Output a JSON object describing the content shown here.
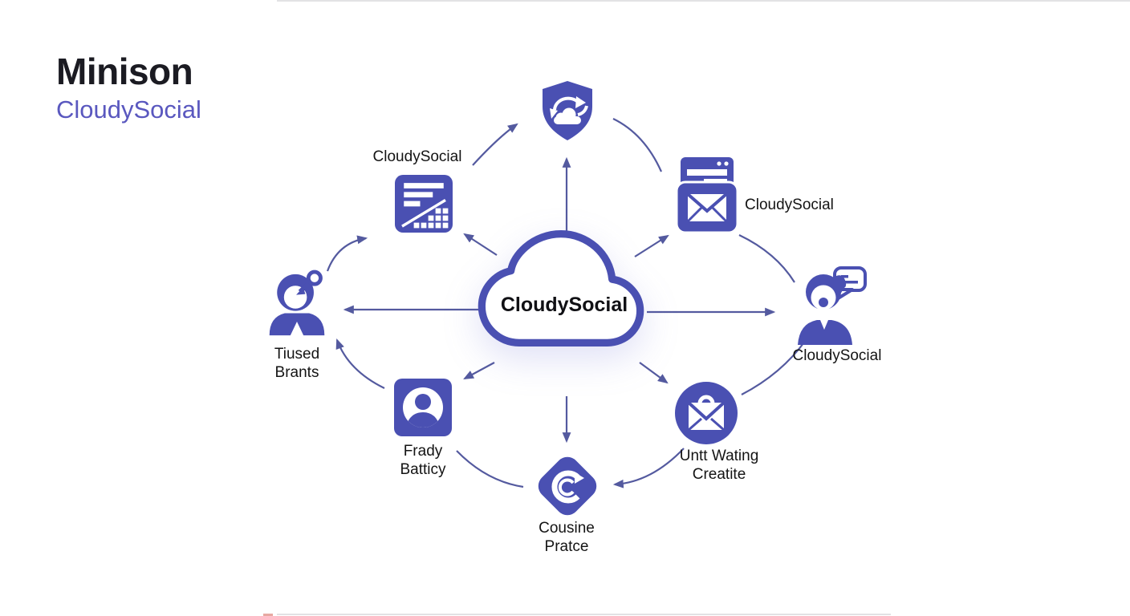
{
  "logo": {
    "title": "Minison",
    "subtitle": "CloudySocial"
  },
  "center": {
    "label": "CloudySocial",
    "icon": "cloud-outline-icon"
  },
  "nodes": {
    "shield": {
      "icon": "shield-cloud-sync-icon",
      "label": ""
    },
    "report": {
      "icon": "report-chart-icon",
      "label": "CloudySocial"
    },
    "webmail": {
      "icon": "browser-mail-icon",
      "label": "CloudySocial"
    },
    "chat": {
      "icon": "person-chat-icon",
      "label": "CloudySocial"
    },
    "search": {
      "icon": "person-search-icon",
      "label1": "Tiused",
      "label2": "Brants"
    },
    "avatar": {
      "icon": "user-avatar-icon",
      "label1": "Frady",
      "label2": "Batticy"
    },
    "bag": {
      "icon": "shopping-mail-icon",
      "label1": "Untt Wating",
      "label2": "Creatite"
    },
    "refresh": {
      "icon": "refresh-diamond-icon",
      "label1": "Cousine",
      "label2": "Pratce"
    }
  },
  "colors": {
    "icon_fill": "#4a50b2",
    "arrow": "#545a9f",
    "logo_title": "#1b1b22",
    "logo_subtitle": "#5a58bf",
    "label_text": "#141414",
    "center_text": "#101014"
  }
}
